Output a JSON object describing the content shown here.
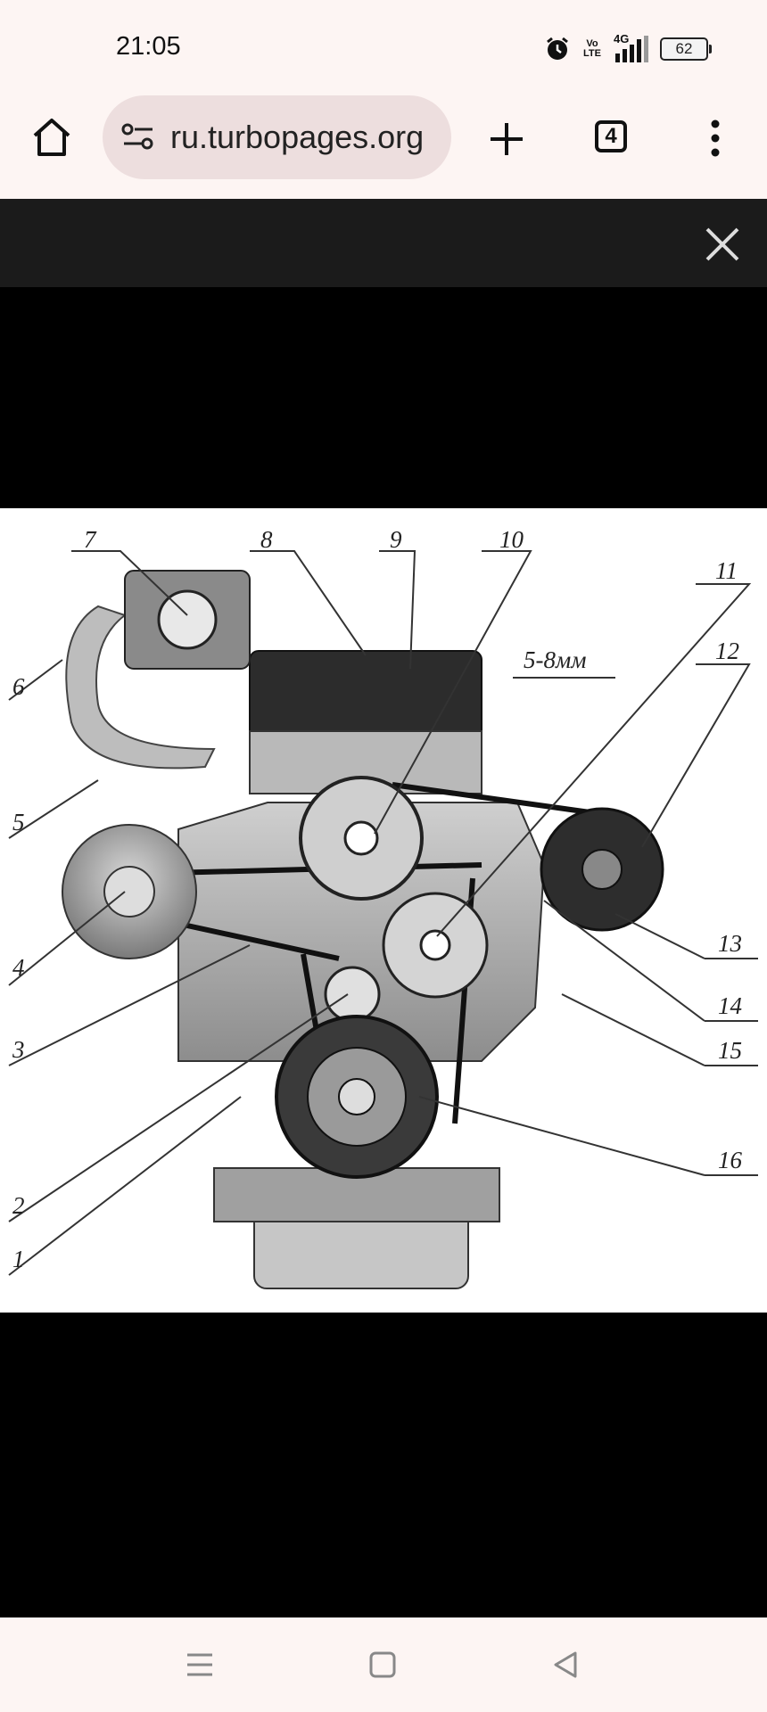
{
  "status_bar": {
    "time": "21:05",
    "network_label": "Vo LTE",
    "signal_label": "4G",
    "battery_level": "62",
    "icons": [
      "alarm-icon",
      "volte-icon",
      "signal-icon",
      "battery-icon"
    ]
  },
  "toolbar": {
    "url": "ru.turbopages.org",
    "tab_count": "4",
    "icons": [
      "home-icon",
      "site-settings-icon",
      "new-tab-icon",
      "tabs-icon",
      "more-icon"
    ]
  },
  "overlay": {
    "close_icon": "close-icon"
  },
  "figure": {
    "callouts": [
      "7",
      "8",
      "9",
      "10",
      "11",
      "12",
      "5-8мм",
      "6",
      "5",
      "4",
      "3",
      "2",
      "1",
      "13",
      "14",
      "15",
      "16"
    ]
  },
  "nav_bar": {
    "icons": [
      "menu-icon",
      "home-square-icon",
      "back-icon"
    ]
  },
  "colors": {
    "chrome_bg": "#fdf5f3",
    "url_pill": "#eddede",
    "ad_bar": "#1b1b1b"
  }
}
